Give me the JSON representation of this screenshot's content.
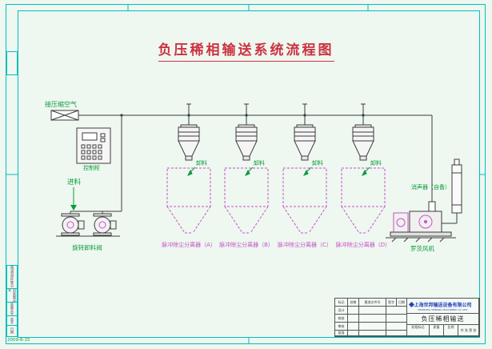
{
  "page": {
    "title": "负压稀相输送系统流程图",
    "date": "2009-6-15"
  },
  "labels": {
    "air_inlet": "接压缩空气",
    "control_cabinet": "控制柜",
    "feed": "进料",
    "rotary_valve": "旋转卸料阀",
    "blower": "罗茨风机",
    "silencer": "消声器（自备）"
  },
  "separators": [
    {
      "discharge_label": "卸料",
      "name": "脉冲除尘分离器（A）"
    },
    {
      "discharge_label": "卸料",
      "name": "脉冲除尘分离器（B）"
    },
    {
      "discharge_label": "卸料",
      "name": "脉冲除尘分离器（C）"
    },
    {
      "discharge_label": "卸料",
      "name": "脉冲除尘分离器（D）"
    }
  ],
  "title_block": {
    "company_cn": "上海世邦输送设备有限公司",
    "company_en": "SHANGHAI SHIBANG MACHINERY CO.,LTD.",
    "drawing_name": "负压稀相输送",
    "header_row": [
      "标记",
      "处数",
      "更改文件号",
      "签字",
      "日期"
    ],
    "rows": [
      "设计",
      "校核",
      "审核",
      "批准"
    ],
    "stage_fields": [
      "阶段标记",
      "质量",
      "比例"
    ],
    "sheet_info": "共 张 第 张"
  },
  "archive_block": {
    "rows": [
      "借(通)用件登记",
      "旧底图总号",
      "底图总号",
      "签字",
      "日期"
    ]
  },
  "colors": {
    "background": "#eef7f0",
    "frame_cyan": "#00bfbf",
    "title_red": "#cc3340",
    "label_green": "#0a9b3d",
    "outline_magenta": "#c653c6",
    "line_dark": "#3c3c3c",
    "company_blue": "#2541b8"
  }
}
